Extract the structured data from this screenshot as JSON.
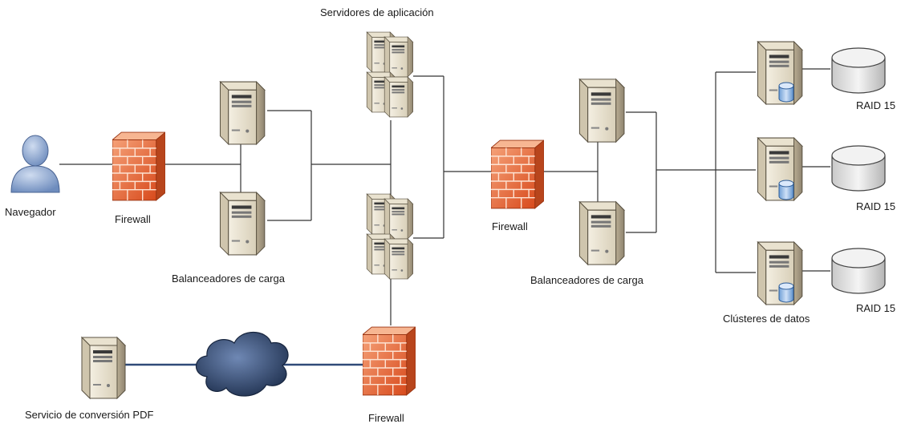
{
  "labels": {
    "browser": "Navegador",
    "firewall_1": "Firewall",
    "lb_group_1": "Balanceadores de carga",
    "app_servers": "Servidores de aplicación",
    "firewall_2": "Firewall",
    "lb_group_2": "Balanceadores de carga",
    "data_clusters": "Clústeres de datos",
    "raid_1": "RAID 15",
    "raid_2": "RAID 15",
    "raid_3": "RAID 15",
    "pdf_service": "Servicio de conversión PDF",
    "firewall_3": "Firewall"
  }
}
